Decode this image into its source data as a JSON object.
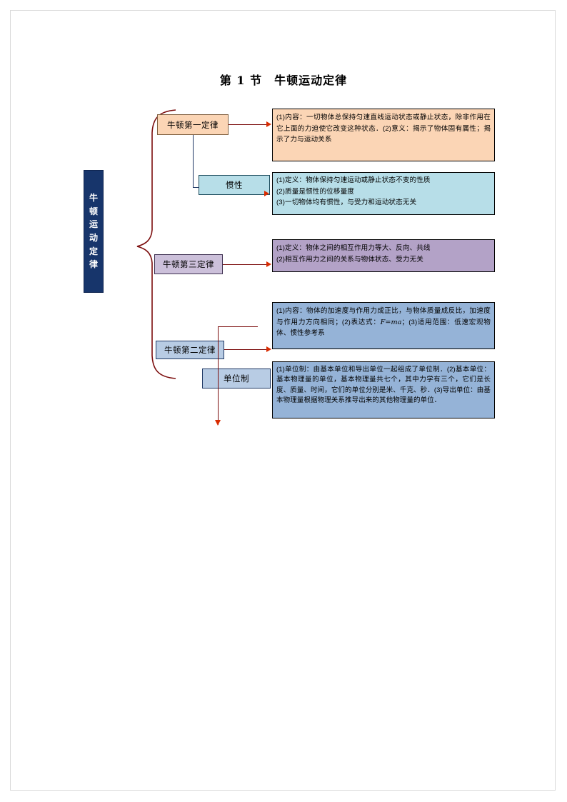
{
  "document": {
    "title": "第 1 节　牛顿运动定律"
  },
  "root": {
    "name": "root-concept",
    "chars": [
      "牛",
      "顿",
      "运",
      "动",
      "定",
      "律"
    ],
    "color": "#17356b"
  },
  "nodes": {
    "law1": {
      "label": "牛顿第一定律",
      "color": "#fbd5b5"
    },
    "inertia": {
      "label": "惯性",
      "color": "#b7dee8"
    },
    "law3": {
      "label": "牛顿第三定律",
      "color": "#ccc0da"
    },
    "law2": {
      "label": "牛顿第二定律",
      "color": "#b8cce4"
    },
    "unit": {
      "label": "单位制",
      "color": "#b8cce4"
    }
  },
  "panels": {
    "law1": {
      "color": "#fbd5b5",
      "text": "(1)内容：一切物体总保持匀速直线运动状态或静止状态，除非作用在它上面的力迫使它改变这种状态．(2)意义：揭示了物体固有属性；揭示了力与运动关系"
    },
    "inertia": {
      "color": "#b7dee8",
      "lines": [
        "(1)定义：物体保持匀速运动或静止状态不变的性质",
        "(2)质量是惯性的位移量度",
        "(3)一切物体均有惯性，与受力和运动状态无关"
      ]
    },
    "law3": {
      "color": "#b3a2c7",
      "lines": [
        "(1)定义：物体之间的相互作用力等大、反向、共线",
        "(2)相互作用力之间的关系与物体状态、受力无关"
      ]
    },
    "law2": {
      "color": "#95b3d7",
      "text_before_formula": "(1)内容：物体的加速度与作用力成正比，与物体质量成反比，加速度与作用力方向相同；(2)表达式：",
      "formula": "F=ma",
      "text_after_formula": "；(3)适用范围：低速宏观物体、惯性参考系"
    },
    "unit": {
      "color": "#95b3d7",
      "text": "(1)单位制：由基本单位和导出单位一起组成了单位制．(2)基本单位：基本物理量的单位，基本物理量共七个，其中力学有三个，它们是长度、质量、时间，它们的单位分别是米、千克、秒．(3)导出单位：由基本物理量根据物理关系推导出来的其他物理量的单位．"
    }
  },
  "connectors": {
    "brace_color": "#7b0c0c",
    "arrow_color": "#d92b00",
    "line_color": "#1f3864"
  }
}
